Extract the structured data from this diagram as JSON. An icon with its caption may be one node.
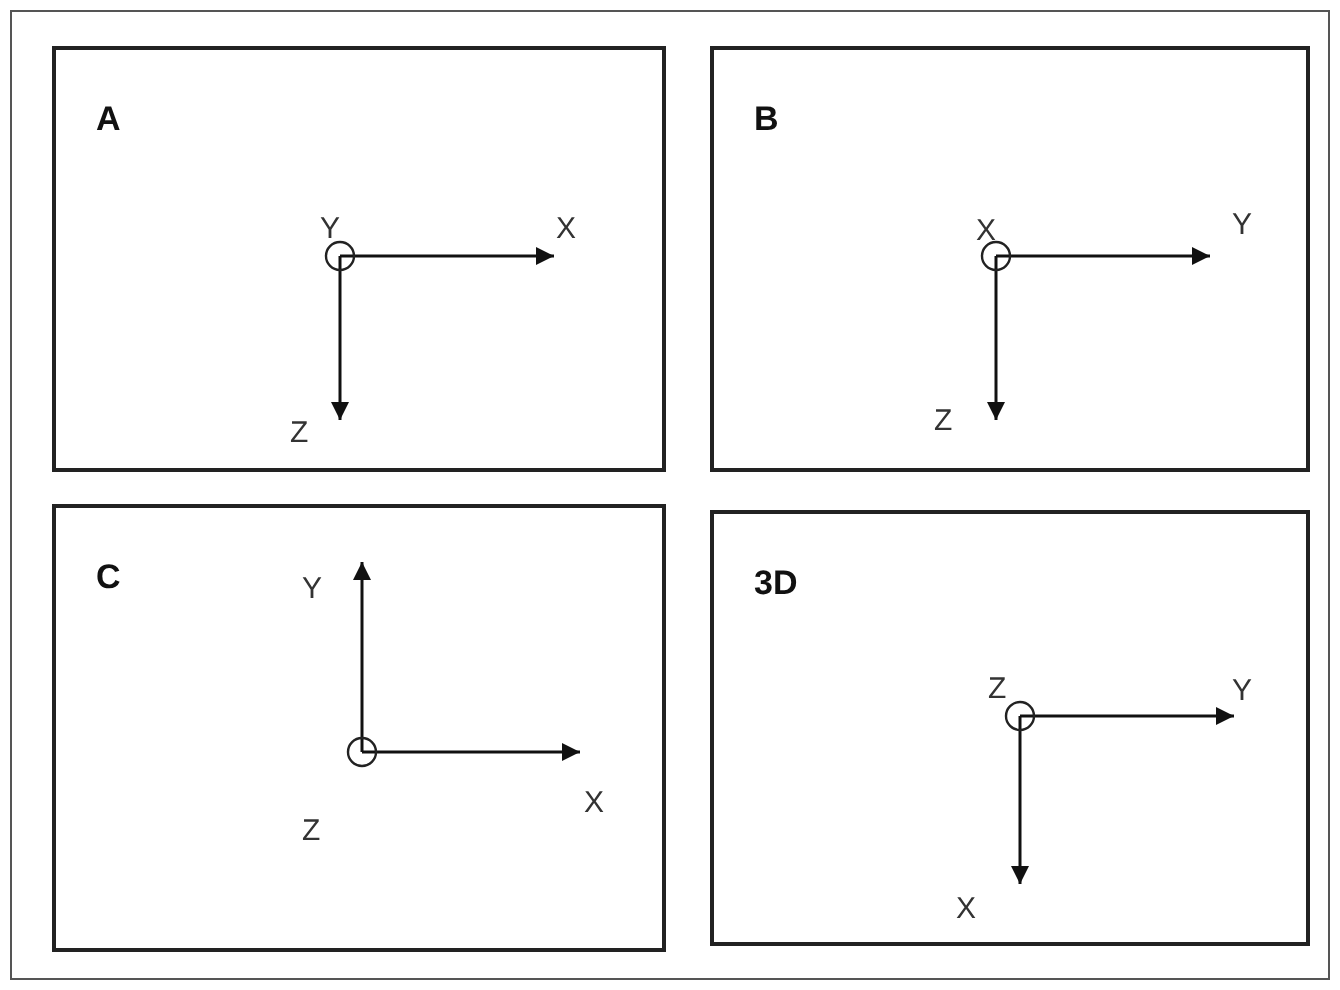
{
  "diagram": {
    "nodes": [
      {
        "text": [
          "A"
        ]
      },
      {
        "text": [
          "B"
        ]
      },
      {
        "text": [
          "C"
        ]
      },
      {
        "text": [
          "3D"
        ]
      }
    ],
    "labels": [
      "Y",
      "X",
      "Z",
      "X",
      "Y",
      "Z",
      "Y",
      "Z",
      "X",
      "Z",
      "Y",
      "X"
    ]
  }
}
